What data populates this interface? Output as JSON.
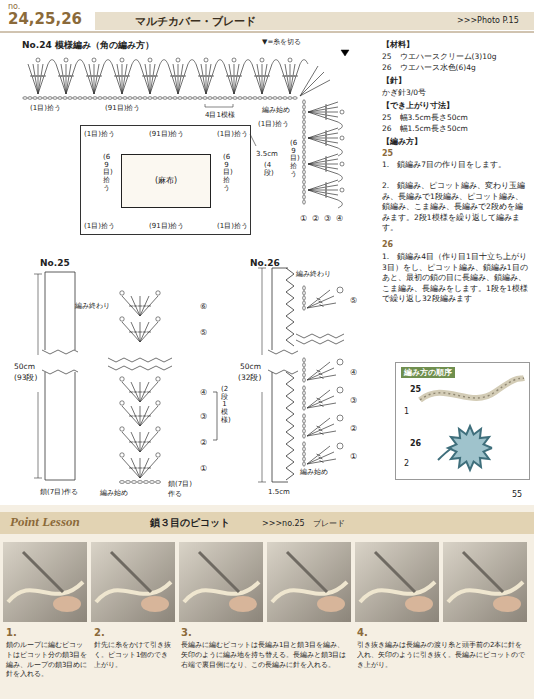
{
  "diagram": {
    "title": "マルチカバー・ブレード",
    "nodes": [
      {
        "text": [
          ">>>Photo P.15"
        ]
      },
      {
        "text": [
          "(1目)拾う",
          "(91目)拾う",
          "(1目)拾う",
          "(69目)拾う",
          "(69目)拾う",
          "(1目)拾う",
          "(91目)拾う",
          "(1目)拾う"
        ]
      },
      {
        "text": [
          "(麻布)"
        ],
        "in": 1
      },
      {
        "text": [
          "編み方の順序",
          "25",
          "1",
          "26",
          "2"
        ]
      },
      {
        "text": [
          "Point Lesson",
          "鎖３目のピコット",
          ">>>no.25　ブレード"
        ]
      }
    ],
    "labels": [
      "no.",
      "24,25,26",
      "No.24 模様編み（角の編み方）",
      "▼=糸を切る",
      "(1目)拾う",
      "(91目)拾う",
      "4目1模様",
      "編み始め",
      "(1目)拾う",
      "(69目)拾う",
      "①",
      "②",
      "③",
      "④",
      "3.5cm",
      "(4段)",
      "No.25",
      "50cm",
      "(93段)",
      "編み終わり",
      "鎖(7目)作る",
      "編み始め",
      "鎖(7目)作る",
      "⑥",
      "⑤",
      "④",
      "③",
      "②",
      "①",
      "(2段1模様)",
      "No.26",
      "編み終わり",
      "50cm",
      "(32段)",
      "編み始め",
      "1.5cm",
      "⑤",
      "④",
      "③",
      "②",
      "①",
      "【材料】",
      "25　ウエハースクリーム(3)10g",
      "26　ウエハース水色(6)4g",
      "【針】",
      "かぎ針3/0号",
      "【でき上がり寸法】",
      "25　幅3.5cm長さ50cm",
      "26　幅1.5cm長さ50cm",
      "【編み方】",
      "25",
      "1.　鎖編み7目の作り目をします。",
      "2.　鎖編み、ピコット編み、変わり玉編み、長編みで1段編み、ピコット編み、鎖編み、こま編み、長編みで2段めを編みます。2段1模様を繰り返して編みます。",
      "26",
      "1.　鎖編み4目（作り目1目十立ち上がり3目）をし、ピコット編み、鎖編み1目のあと、最初の鎖の目に長編み、鎖編み、こま編み、長編みをします。1段を1模様で繰り返し32段編みます",
      "55",
      "1.",
      "鎖のループに編むピコットはピコット分の鎖3目を編み、ループの鎖3目めに針を入れる。",
      "2.",
      "針先に糸をかけて引き抜く。ピコット1個のでき上がり。",
      "3.",
      "長編みに編むピコットは長編み1目と鎖3目を編み、矢印のように編み地を持ち替える。長編みと鎖3目は右端で裏目側になり、この長編みに針を入れる。",
      "4.",
      "引き抜き編みは長編みの渡り糸と頭手前の2本に針を入れ、矢印のように引き抜く。長編みにピコットのでき上がり。"
    ]
  }
}
